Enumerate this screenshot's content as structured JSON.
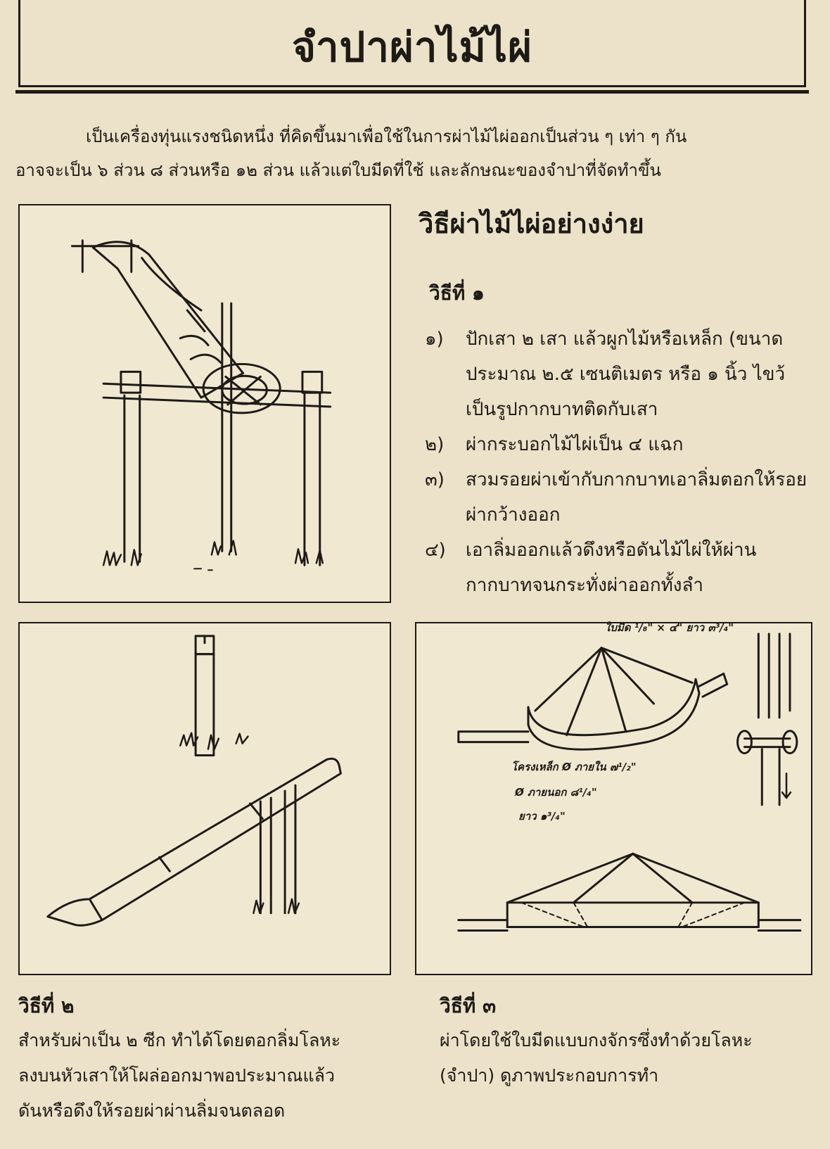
{
  "title": "จำปาผ่าไม้ไผ่",
  "intro": {
    "line1": "เป็นเครื่องทุ่นแรงชนิดหนึ่ง   ที่คิดขึ้นมาเพื่อใช้ในการผ่าไม้ไผ่ออกเป็นส่วน ๆ เท่า ๆ กัน",
    "line2": "อาจจะเป็น ๖ ส่วน ๘ ส่วนหรือ ๑๒ ส่วน   แล้วแต่ใบมีดที่ใช้   และลักษณะของจำปาที่จัดทำขึ้น"
  },
  "heading": "วิธีผ่าไม้ไผ่อย่างง่าย",
  "method1": {
    "title": "วิธีที่ ๑",
    "steps": [
      {
        "num": "๑)",
        "text": "ปักเสา ๒ เสา   แล้วผูกไม้หรือเหล็ก  (ขนาดประมาณ ๒.๕ เซนติเมตร   หรือ ๑ นิ้ว ไขว้เป็นรูปกากบาทติดกับเสา"
      },
      {
        "num": "๒)",
        "text": "ผ่ากระบอกไม้ไผ่เป็น ๔ แฉก"
      },
      {
        "num": "๓)",
        "text": "สวมรอยผ่าเข้ากับกากบาทเอาลิ่มตอกให้รอยผ่ากว้างออก"
      },
      {
        "num": "๔)",
        "text": "เอาลิ่มออกแล้วดึงหรือดันไม้ไผ่ให้ผ่านกากบาทจนกระทั่งผ่าออกทั้งลำ"
      }
    ]
  },
  "method2": {
    "title": "วิธีที่ ๒",
    "lines": [
      "สำหรับผ่าเป็น ๒ ซีก   ทำได้โดยตอกลิ่มโลหะ",
      "ลงบนหัวเสาให้โผล่ออกมาพอประมาณแล้ว",
      "ดันหรือดึงให้รอยผ่าผ่านลิ่มจนตลอด"
    ]
  },
  "method3": {
    "title": "วิธีที่ ๓",
    "lines": [
      "ผ่าโดยใช้ใบมีดแบบกงจักรซึ่งทำด้วยโลหะ",
      "(จำปา) ดูภาพประกอบการทำ"
    ]
  },
  "annotations": {
    "blade": "ใบมีด ¹/₈\" × ๔\"  ยาว ๓³/₄\"",
    "frame_inner": "โครงเหล็ก Ø  ภายใน ๗¹/₂\"",
    "frame_outer": "Ø  ภายนอก ๘¹/₄\"",
    "length": "ยาว ๑³/₄\""
  }
}
